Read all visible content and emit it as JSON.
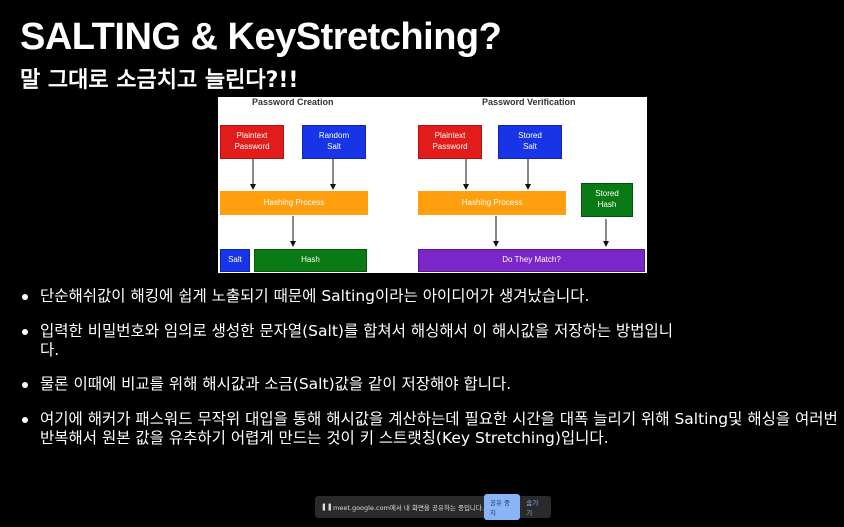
{
  "slide": {
    "title": "SALTING & KeyStretching?",
    "subtitle": "말 그대로 소금치고 늘린다?!!"
  },
  "diagram": {
    "creation_header": "Password Creation",
    "verification_header": "Password Verification",
    "creation": {
      "plaintext": "Plaintext\nPassword",
      "random_salt": "Random\nSalt",
      "hashing": "Hashing Process",
      "salt": "Salt",
      "hash": "Hash"
    },
    "verification": {
      "plaintext": "Plaintext\nPassword",
      "stored_salt": "Stored\nSalt",
      "stored_hash": "Stored\nHash",
      "hashing": "Hashing Process",
      "match": "Do They Match?"
    },
    "colors": {
      "red": "#e21b1b",
      "blue": "#1735e6",
      "orange": "#ff9f0d",
      "green": "#0a7a14",
      "purple": "#7a26c8"
    }
  },
  "bullets": [
    "단순해쉬값이 해킹에 쉽게 노출되기 때문에 Salting이라는 아이디어가 생겨났습니다.",
    "입력한 비밀번호와 임의로 생성한 문자열(Salt)를 합쳐서 해싱해서 이 해시값을 저장하는 방법입니다.",
    "물론 이때에 비교를 위해 해시값과 소금(Salt)값을 같이 저장해야 합니다.",
    "여기에 해커가 패스워드 무작위 대입을 통해 해시값을 계산하는데 필요한 시간을 대폭 늘리기 위해 Salting및 해싱을 여러번 반복해서 원본 값을 유추하기 어렵게 만드는 것이 키 스트랫칭(Key Stretching)입니다."
  ],
  "share_bar": {
    "pause_icon": "pause-icon",
    "message": "meet.google.com에서 내 화면을 공유하는 중입니다.",
    "stop_label": "공유 중지",
    "hide_label": "숨기기"
  }
}
